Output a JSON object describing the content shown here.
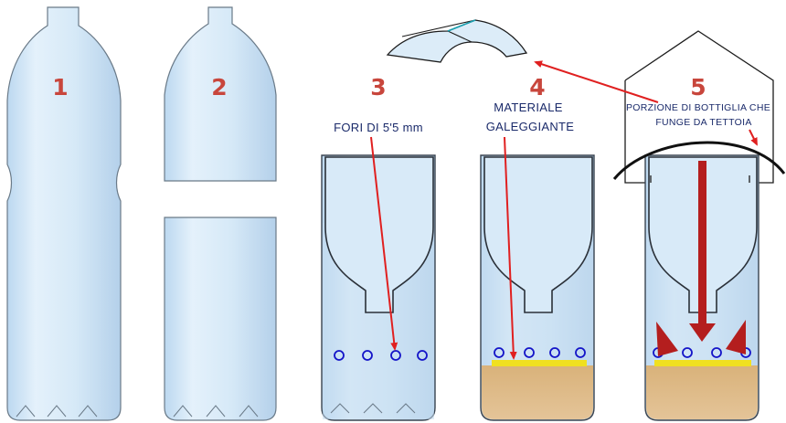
{
  "steps": [
    {
      "number": "1"
    },
    {
      "number": "2"
    },
    {
      "number": "3",
      "caption": [
        "FORI  DI  5'5  mm"
      ]
    },
    {
      "number": "4",
      "caption": [
        "MATERIALE",
        "GALEGGIANTE"
      ]
    },
    {
      "number": "5",
      "caption": [
        "PORZIONE  DI  BOTTIGLIA  CHE",
        "FUNGE  DA  TETTOIA"
      ]
    }
  ],
  "colors": {
    "bottle_fill": "#dcecf8",
    "bottle_edge": "#4a5560",
    "water": "#c4dcf0",
    "hole": "#1414c8",
    "float": "#f0e020",
    "sediment": "#d8b27e",
    "arrow": "#e02020",
    "flow_arrow": "#b41e1e",
    "number": "#c8463c",
    "caption": "#1a2a6a"
  }
}
